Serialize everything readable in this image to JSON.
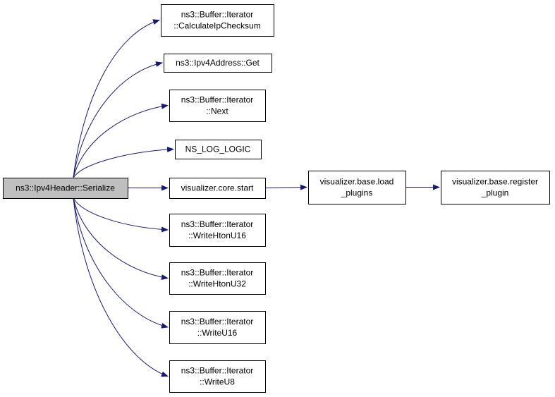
{
  "colors": {
    "edge": "#191970",
    "root_fill": "#bfbfbf",
    "node_fill": "#ffffff",
    "node_border": "#000000"
  },
  "nodes": {
    "serialize": [
      "ns3::Ipv4Header::Serialize"
    ],
    "calc_checksum": [
      "ns3::Buffer::Iterator",
      "::CalculateIpChecksum"
    ],
    "ipv4_get": [
      "ns3::Ipv4Address::Get"
    ],
    "next": [
      "ns3::Buffer::Iterator",
      "::Next"
    ],
    "ns_log_logic": [
      "NS_LOG_LOGIC"
    ],
    "core_start": [
      "visualizer.core.start"
    ],
    "load_plugins": [
      "visualizer.base.load",
      "_plugins"
    ],
    "register_plugin": [
      "visualizer.base.register",
      "_plugin"
    ],
    "write_hton_u16": [
      "ns3::Buffer::Iterator",
      "::WriteHtonU16"
    ],
    "write_hton_u32": [
      "ns3::Buffer::Iterator",
      "::WriteHtonU32"
    ],
    "write_u16": [
      "ns3::Buffer::Iterator",
      "::WriteU16"
    ],
    "write_u8": [
      "ns3::Buffer::Iterator",
      "::WriteU8"
    ]
  },
  "edges": [
    [
      "serialize",
      "calc_checksum"
    ],
    [
      "serialize",
      "ipv4_get"
    ],
    [
      "serialize",
      "next"
    ],
    [
      "serialize",
      "ns_log_logic"
    ],
    [
      "serialize",
      "core_start"
    ],
    [
      "core_start",
      "load_plugins"
    ],
    [
      "load_plugins",
      "register_plugin"
    ],
    [
      "serialize",
      "write_hton_u16"
    ],
    [
      "serialize",
      "write_hton_u32"
    ],
    [
      "serialize",
      "write_u16"
    ],
    [
      "serialize",
      "write_u8"
    ]
  ]
}
